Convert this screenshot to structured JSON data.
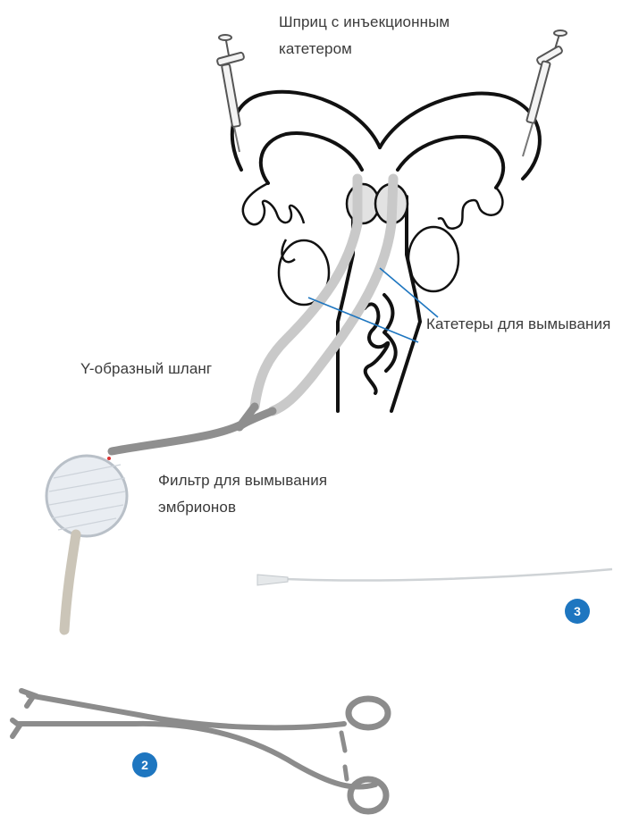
{
  "labels": {
    "syringe": "Шприц с инъекционным катетером",
    "flush_catheters": "Катетеры для вымывания",
    "y_tube": "Y-образный шланг",
    "embryo_filter": "Фильтр для вымывания эмбрионов"
  },
  "badges": {
    "catheter": "3",
    "forceps": "2"
  },
  "colors": {
    "badge": "#1e76c0",
    "pointer_line": "#1e76c0",
    "outline": "#111111",
    "catheter": "#c9c9c9",
    "tube": "#8f8f8f"
  }
}
